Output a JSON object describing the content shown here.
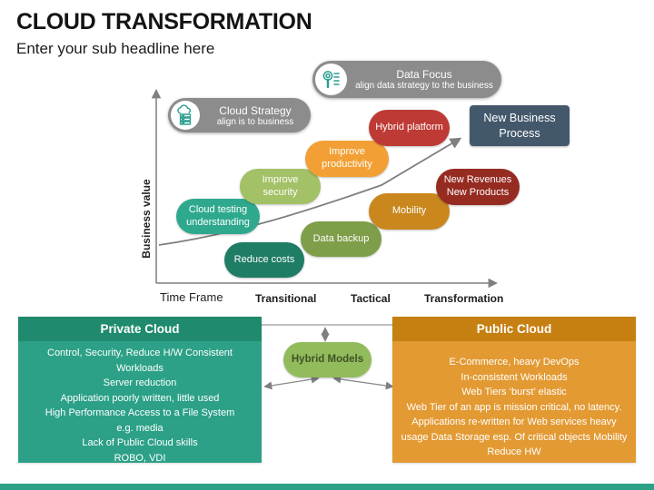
{
  "slide": {
    "title": "CLOUD TRANSFORMATION",
    "subtitle": "Enter your sub headline here",
    "accent_color": "#2CA187"
  },
  "chart": {
    "y_axis_label": "Business value",
    "x_axis_label": "Time Frame",
    "x_ticks": [
      "Transitional",
      "Tactical",
      "Transformation"
    ],
    "callouts": [
      {
        "title": "Cloud Strategy",
        "subtitle": "align is to business",
        "icon": "cloud-servers-icon",
        "color": "#8C8C8C"
      },
      {
        "title": "Data Focus",
        "subtitle": "align data strategy to the business",
        "icon": "magnifier-data-icon",
        "color": "#8C8C8C"
      }
    ],
    "pills": [
      {
        "label": "Cloud testing understanding",
        "color": "#2FA98E"
      },
      {
        "label": "Reduce costs",
        "color": "#1F7C65"
      },
      {
        "label": "Improve security",
        "color": "#A3C166"
      },
      {
        "label": "Data backup",
        "color": "#7E9E49"
      },
      {
        "label": "Improve productivity",
        "color": "#F2A035"
      },
      {
        "label": "Mobility",
        "color": "#C9871D"
      },
      {
        "label": "Hybrid platform",
        "color": "#BE3A34"
      },
      {
        "label": "New Revenues New Products",
        "color": "#962B21"
      }
    ],
    "end_state": {
      "label": "New Business Process",
      "color": "#44586C"
    }
  },
  "bottom": {
    "private_cloud": {
      "title": "Private Cloud",
      "header_color": "#1F8A6D",
      "body_color": "#2CA187",
      "lines": [
        "Control, Security, Reduce H/W Consistent Workloads",
        "Server reduction",
        "Application poorly written, little used",
        "High Performance Access to a File System",
        "e.g. media",
        "Lack of Public Cloud skills",
        "ROBO, VDI"
      ]
    },
    "hybrid_models": {
      "label": "Hybrid Models",
      "color": "#92BC5C"
    },
    "public_cloud": {
      "title": "Public Cloud",
      "header_color": "#C67F11",
      "body_color": "#E39A33",
      "lines": [
        "E-Commerce, heavy DevOps",
        "In-consistent Workloads",
        "Web Tiers ‘burst’ elastic",
        "Web Tier of an app is mission critical, no latency. Applications re-written for Web services heavy usage  Data Storage esp. Of critical objects  Mobility Reduce HW"
      ]
    }
  }
}
